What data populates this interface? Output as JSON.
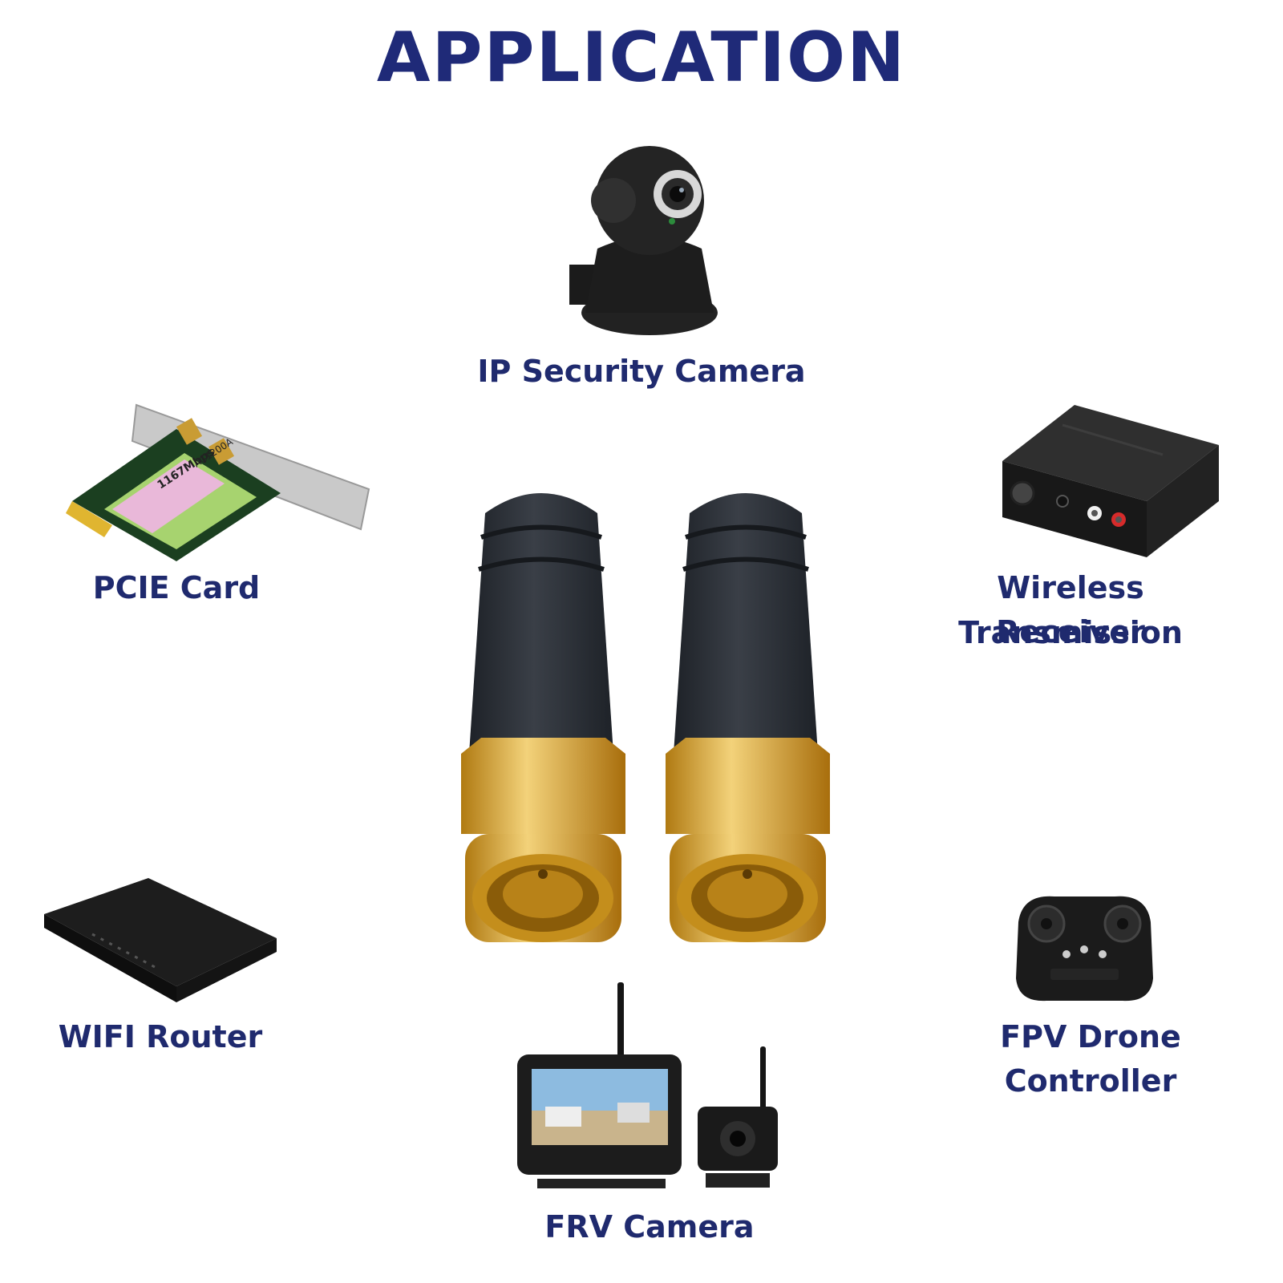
{
  "title": "APPLICATION",
  "applications": {
    "ip_camera": "IP Security Camera",
    "pcie_card": "PCIE Card",
    "wireless_receiver_line1": "Wireless Transmission",
    "wireless_receiver_line2": "Receiver",
    "wifi_router": "WIFI Router",
    "frv_camera": "FRV Camera",
    "drone_controller_line1": "FPV Drone",
    "drone_controller_line2": "Controller"
  },
  "pcie_card_text": {
    "model": "AC1200A",
    "speed": "1167Mbps"
  },
  "colors": {
    "title": "#1f2a78",
    "label": "#1f2a6e",
    "antenna_body": "#2b2f36",
    "connector_gold": "#d9a325"
  }
}
